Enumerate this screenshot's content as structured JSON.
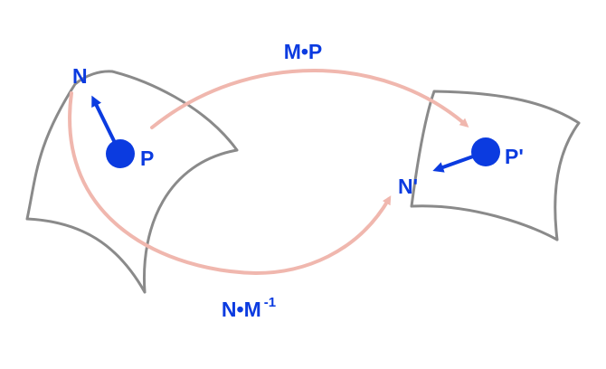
{
  "diagram": {
    "transform_top_label": "M•P",
    "transform_bottom_label": "N•M",
    "transform_bottom_superscript": "-1",
    "left_surface": {
      "normal_label": "N",
      "point_label": "P"
    },
    "right_surface": {
      "normal_label": "N'",
      "point_label": "P'"
    }
  },
  "colors": {
    "blue": "#0b3be0",
    "arrow_pink": "#f0b7ae",
    "surface_gray": "#8a8a8a"
  }
}
